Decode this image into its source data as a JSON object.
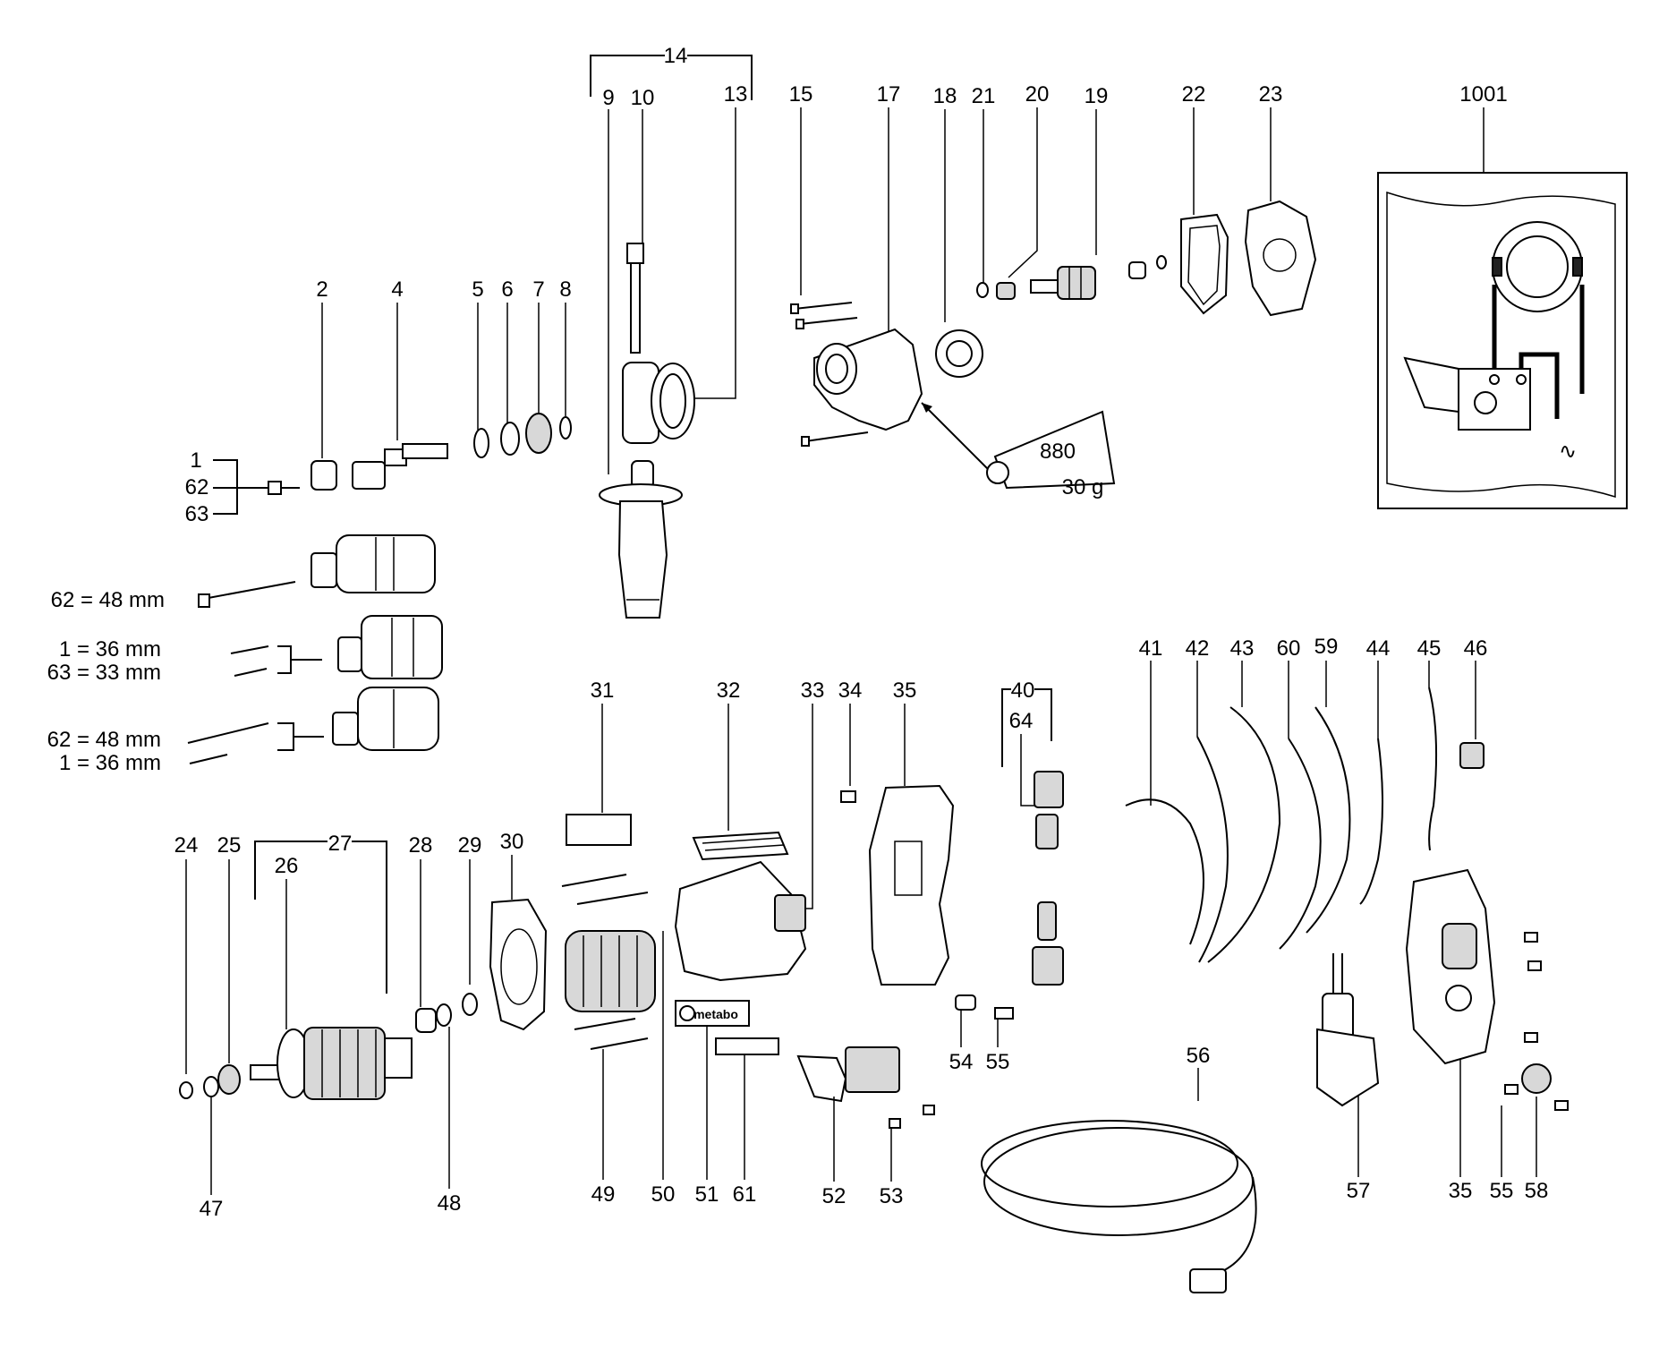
{
  "callouts": {
    "c1": "1",
    "c2": "2",
    "c4": "4",
    "c5": "5",
    "c6": "6",
    "c7": "7",
    "c8": "8",
    "c9": "9",
    "c10": "10",
    "c13": "13",
    "c14": "14",
    "c15": "15",
    "c17": "17",
    "c18": "18",
    "c19": "19",
    "c20": "20",
    "c21": "21",
    "c22": "22",
    "c23": "23",
    "c1001": "1001",
    "c62": "62",
    "c63": "63",
    "c24": "24",
    "c25": "25",
    "c26": "26",
    "c27": "27",
    "c28": "28",
    "c29": "29",
    "c30": "30",
    "c31": "31",
    "c32": "32",
    "c33": "33",
    "c34": "34",
    "c35a": "35",
    "c40": "40",
    "c64": "64",
    "c41": "41",
    "c42": "42",
    "c43": "43",
    "c60": "60",
    "c59": "59",
    "c44": "44",
    "c45": "45",
    "c46": "46",
    "c47": "47",
    "c48": "48",
    "c49": "49",
    "c50": "50",
    "c51": "51",
    "c61": "61",
    "c52": "52",
    "c53": "53",
    "c54": "54",
    "c55a": "55",
    "c56": "56",
    "c57": "57",
    "c35b": "35",
    "c55b": "55",
    "c58": "58"
  },
  "screw_notes": {
    "n1": "62 = 48 mm",
    "n2": "1  = 36 mm",
    "n3": "63 = 33 mm",
    "n4": "62 = 48 mm",
    "n5": "1  = 36 mm"
  },
  "grease_tube": {
    "code": "880",
    "weight": "30 g"
  },
  "nameplate_brand": "metabo",
  "icons": {
    "ac-symbol": "∿"
  }
}
